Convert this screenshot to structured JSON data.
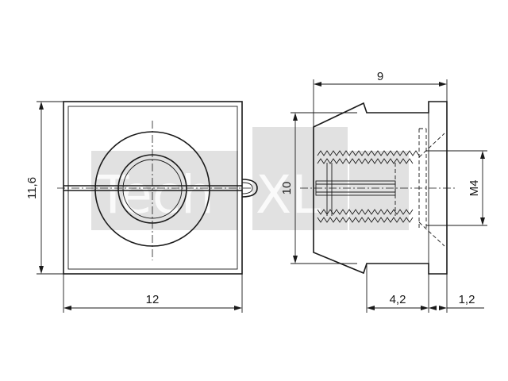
{
  "drawing": {
    "watermark_logo": "TechXL",
    "front_view": {
      "width_dimension": "12",
      "height_dimension": "11,6"
    },
    "side_view": {
      "length_dimension": "9",
      "diameter_dimension": "10",
      "thread_dimension": "M4",
      "thread_length_dimension": "4,2",
      "flange_dimension": "1,2"
    }
  }
}
